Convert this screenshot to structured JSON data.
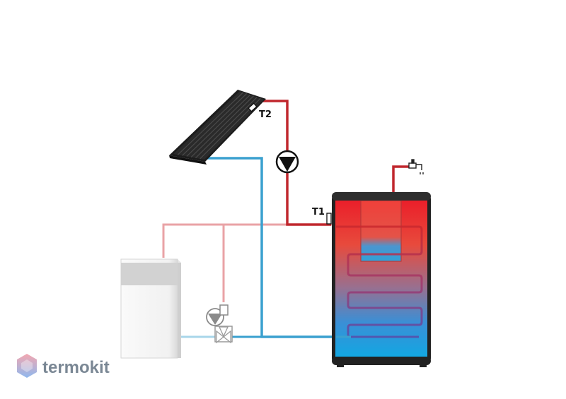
{
  "labels": {
    "t1": "T1",
    "t2": "T2"
  },
  "brand": {
    "name": "termokit",
    "color": "#7a8794"
  },
  "colors": {
    "hot_pipe": "#c0272d",
    "warm_pipe": "#e9a3a6",
    "cold_pipe": "#3aa0cf",
    "cold_pipe_light": "#a8d6ea",
    "tank_top": "#e8222c",
    "tank_bottom": "#17a4e0",
    "tank_shell": "#2b2b2b",
    "collector": "#222222",
    "brand_logo_top": "#f3a7b0",
    "brand_logo_bottom": "#8fb8ee"
  },
  "icons": [
    "solar-collector-icon",
    "pump-icon",
    "tap-icon",
    "boiler-icon",
    "mixing-valve-icon",
    "storage-tank-icon"
  ]
}
